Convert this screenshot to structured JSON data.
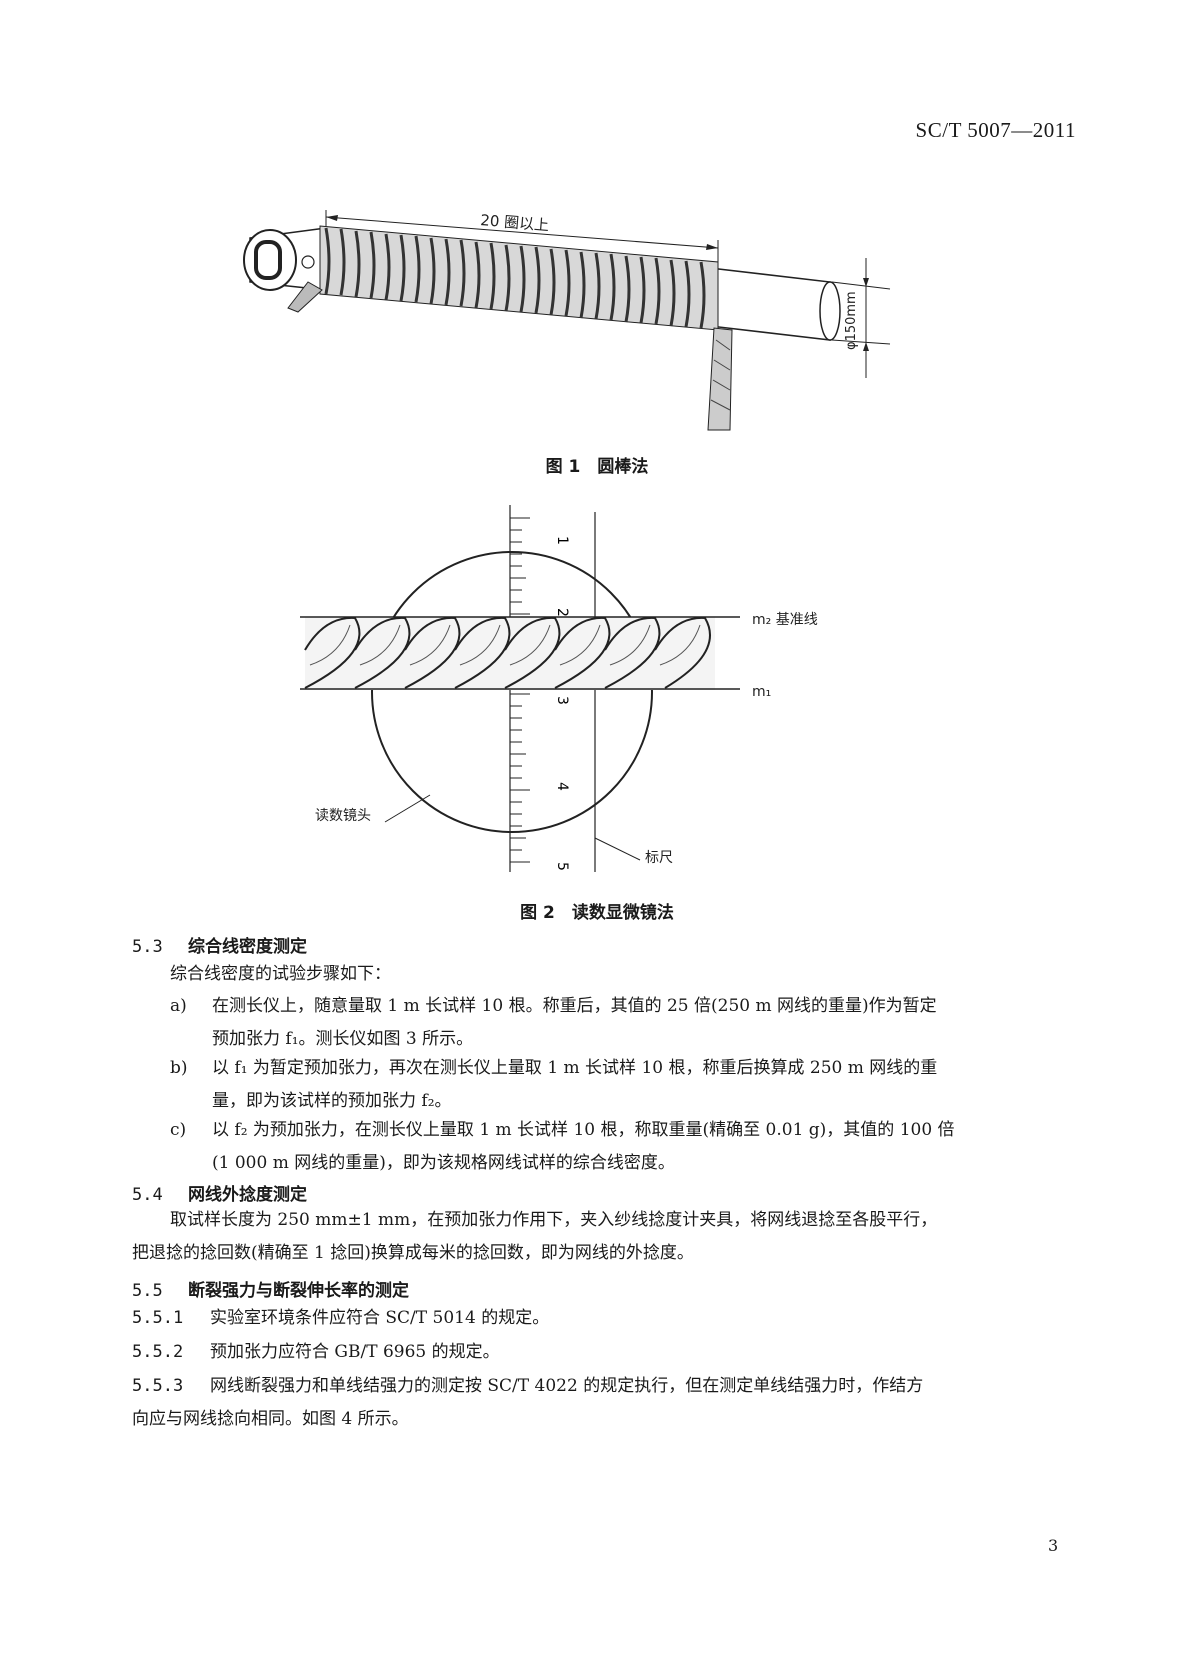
{
  "header": {
    "doc_code": "SC/T 5007—2011"
  },
  "figure1": {
    "dimension_label": "20 圈以上",
    "diameter_label": "φ150mm",
    "caption": "图 1　圆棒法"
  },
  "figure2": {
    "scale_marks": [
      "1",
      "2",
      "3",
      "4",
      "5"
    ],
    "label_m2": "m₂ 基准线",
    "label_m1": "m₁",
    "label_lens": "读数镜头",
    "label_scale": "标尺",
    "caption": "图 2　读数显微镜法"
  },
  "sections": {
    "s53": {
      "num": "5.3",
      "title": "综合线密度测定",
      "intro": "综合线密度的试验步骤如下：",
      "items": [
        {
          "mark": "a)",
          "line1": "在测长仪上，随意量取 1 m 长试样 10 根。称重后，其值的 25 倍(250 m 网线的重量)作为暂定",
          "line2": "预加张力 f₁。测长仪如图 3 所示。"
        },
        {
          "mark": "b)",
          "line1": "以 f₁ 为暂定预加张力，再次在测长仪上量取 1 m 长试样 10 根，称重后换算成 250 m 网线的重",
          "line2": "量，即为该试样的预加张力 f₂。"
        },
        {
          "mark": "c)",
          "line1": "以 f₂ 为预加张力，在测长仪上量取 1 m 长试样 10 根，称取重量(精确至 0.01 g)，其值的 100 倍",
          "line2": "(1 000 m 网线的重量)，即为该规格网线试样的综合线密度。"
        }
      ]
    },
    "s54": {
      "num": "5.4",
      "title": "网线外捻度测定",
      "line1": "取试样长度为 250 mm±1 mm，在预加张力作用下，夹入纱线捻度计夹具，将网线退捻至各股平行，",
      "line2": "把退捻的捻回数(精确至 1 捻回)换算成每米的捻回数，即为网线的外捻度。"
    },
    "s55": {
      "num": "5.5",
      "title": "断裂强力与断裂伸长率的测定"
    },
    "s551": {
      "num": "5.5.1",
      "text": "实验室环境条件应符合 SC/T 5014 的规定。"
    },
    "s552": {
      "num": "5.5.2",
      "text": "预加张力应符合 GB/T 6965 的规定。"
    },
    "s553": {
      "num": "5.5.3",
      "line1": "网线断裂强力和单线结强力的测定按 SC/T 4022 的规定执行，但在测定单线结强力时，作结方",
      "line2": "向应与网线捻向相同。如图 4 所示。"
    }
  },
  "footer": {
    "page_number": "3"
  }
}
